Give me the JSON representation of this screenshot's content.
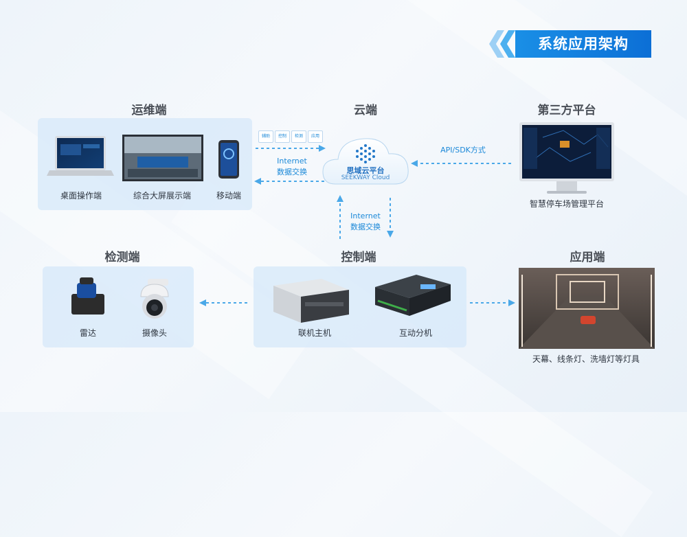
{
  "banner": {
    "title": "系统应用架构"
  },
  "sections": {
    "ops": "运维端",
    "cloud": "云端",
    "third_party": "第三方平台",
    "detection": "检测端",
    "control": "控制端",
    "application": "应用端"
  },
  "ops_devices": {
    "desktop": "桌面操作端",
    "big_screen": "综合大屏展示端",
    "mobile": "移动端"
  },
  "cloud": {
    "name_cn": "思域云平台",
    "name_en": "SEEKWAY Cloud",
    "chips": [
      "辅助",
      "控制",
      "检测",
      "应用"
    ]
  },
  "links": {
    "ops_cloud_en": "Internet",
    "ops_cloud_cn": "数据交换",
    "cloud_control_en": "Internet",
    "cloud_control_cn": "数据交换",
    "third_party_api": "API/SDK方式"
  },
  "third_party": {
    "platform": "智慧停车场管理平台"
  },
  "detection_devices": {
    "radar": "雷达",
    "camera": "摄像头"
  },
  "control_devices": {
    "host": "联机主机",
    "splitter": "互动分机"
  },
  "application": {
    "caption": "天幕、线条灯、洗墙灯等灯具"
  },
  "colors": {
    "accent": "#1a8fe6",
    "arrow": "#4aa8e8",
    "panel": "#d5e8fa"
  }
}
